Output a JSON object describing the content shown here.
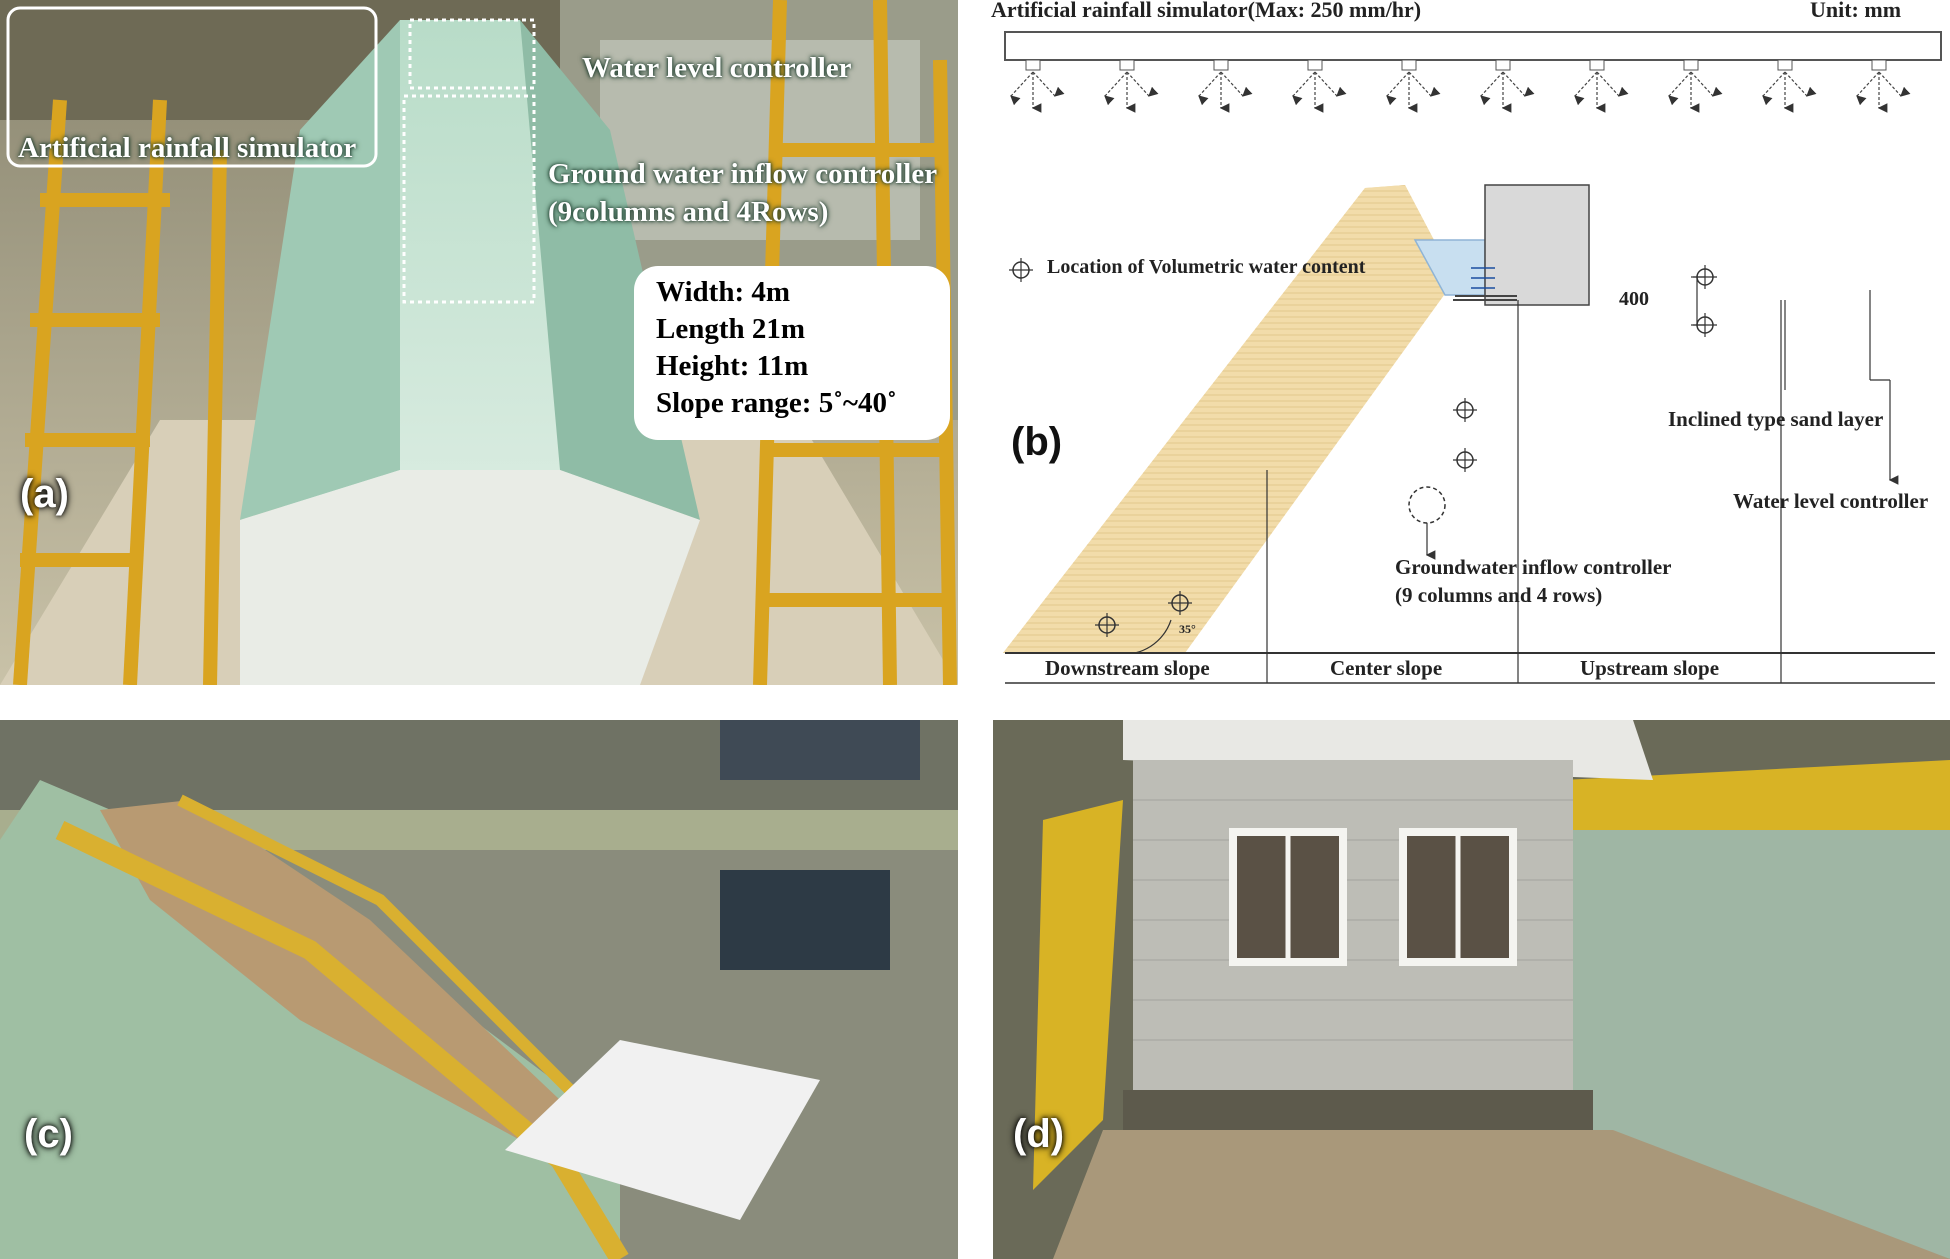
{
  "panel_a": {
    "label": "(a)",
    "rainfall_label": "Artificial rainfall simulator",
    "water_level_label": "Water level controller",
    "inflow_label_line1": "Ground water inflow controller",
    "inflow_label_line2": "(9columns and 4Rows)",
    "specs": {
      "width": "Width: 4m",
      "length": "Length 21m",
      "height": "Height: 11m",
      "slope": "Slope range: 5˚~40˚"
    }
  },
  "panel_b": {
    "label": "(b)",
    "title": "Artificial rainfall simulator(Max: 250 mm/hr)",
    "unit": "Unit: mm",
    "legend": "Location of Volumetric water content",
    "dimension": "400",
    "angle": "35°",
    "sand_layer": "Inclined type sand layer",
    "water_level": "Water level controller",
    "inflow_line1": "Groundwater inflow controller",
    "inflow_line2": "(9 columns and 4 rows)",
    "sections": [
      "Downstream slope",
      "Center slope",
      "Upstream slope"
    ],
    "colors": {
      "soil": "#f2dcaa",
      "water": "#c8dff0",
      "tank": "#d9d9d9"
    }
  },
  "panel_c": {
    "label": "(c)"
  },
  "panel_d": {
    "label": "(d)"
  }
}
